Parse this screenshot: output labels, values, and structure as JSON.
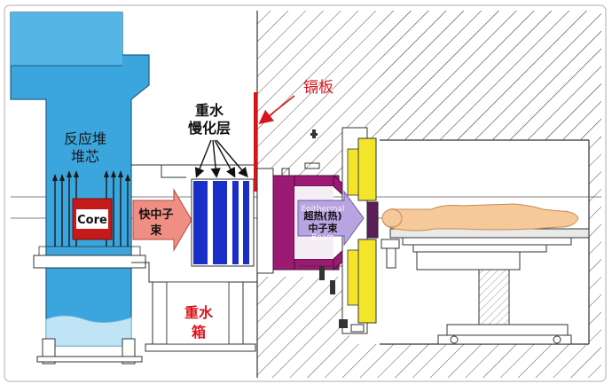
{
  "labels": {
    "reactor_core": [
      "反应堆",
      "堆芯"
    ],
    "core": "Core",
    "cadmium_plate": "镉板",
    "moderator_layer": [
      "重水",
      "慢化层"
    ],
    "fast_neutron_beam": [
      "快中子",
      "束"
    ],
    "heavy_water_tank": [
      "重水",
      "箱"
    ],
    "epithermal_beam_en": [
      "Epithermal",
      "Beam"
    ],
    "epithermal_beam_cn": [
      "超热(热)",
      "中子束"
    ]
  },
  "colors": {
    "reactor_blue": "#3aa6dd",
    "moderator_blue": "#1a2fc8",
    "beam_arrow_red": "#ef8f84",
    "collimator_magenta": "#9b1a73",
    "shield_yellow": "#f3e62a",
    "label_red": "#d8141b",
    "patient_skin": "#f6c99a",
    "epithermal_arrow": "#b8a4e0"
  }
}
